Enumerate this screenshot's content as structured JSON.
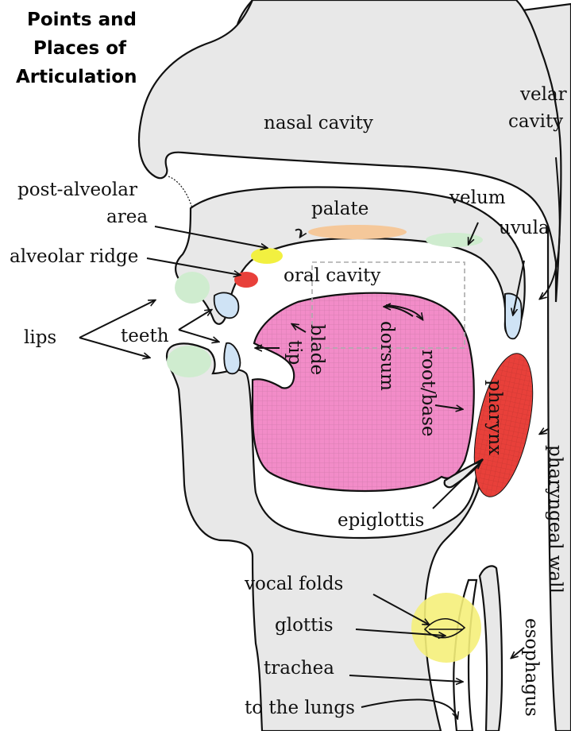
{
  "title": {
    "line1": "Points and",
    "line2": "Places of",
    "line3": "Articulation"
  },
  "labels": {
    "nasal_cavity": "nasal cavity",
    "velar_cavity_1": "velar",
    "velar_cavity_2": "cavity",
    "post_alveolar_1": "post-alveolar",
    "post_alveolar_2": "area",
    "palate": "palate",
    "velum": "velum",
    "uvula": "uvula",
    "alveolar_ridge": "alveolar ridge",
    "oral_cavity": "oral cavity",
    "lips": "lips",
    "teeth": "teeth",
    "blade": "blade",
    "tip": "tip",
    "dorsum": "dorsum",
    "root_base": "root/base",
    "pharynx": "pharynx",
    "pharyngeal_wall": "pharyngeal wall",
    "epiglottis": "epiglottis",
    "vocal_folds": "vocal folds",
    "glottis": "glottis",
    "trachea": "trachea",
    "esophagus": "esophagus",
    "to_the_lungs": "to the lungs"
  },
  "colors": {
    "tissue": "#e8e8e8",
    "outline": "#111111",
    "tongue": "#f28cc8",
    "pharynx": "#e8403a",
    "alveolar_ridge": "#e8403a",
    "post_alveolar": "#f2f040",
    "palate": "#f5c89a",
    "velum": "#cfeccf",
    "lips": "#cfeccf",
    "teeth": "#cfe3f5",
    "uvula": "#cfe3f5",
    "glottis": "#f5f07a"
  }
}
